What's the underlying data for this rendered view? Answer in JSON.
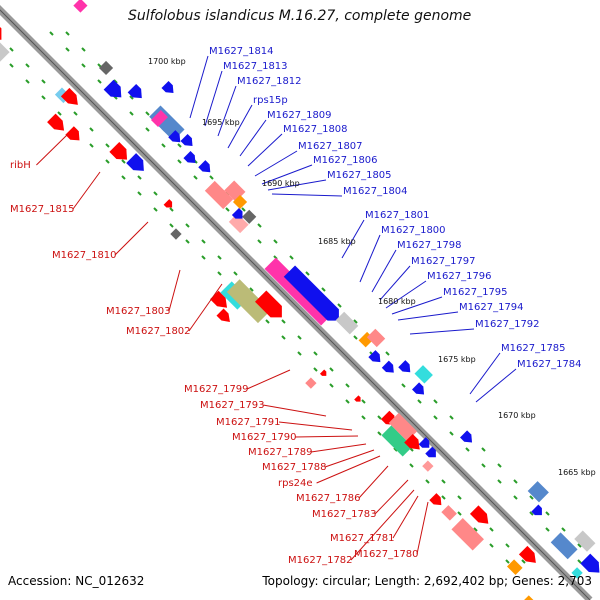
{
  "title": "Sulfolobus islandicus M.16.27, complete genome",
  "footer": {
    "accession": "Accession: NC_012632",
    "summary": "Topology: circular; Length: 2,692,402 bp; Genes: 2,703"
  },
  "scale_labels": [
    "1700 kbp",
    "1695 kbp",
    "1690 kbp",
    "1685 kbp",
    "1680 kbp",
    "1675 kbp",
    "1670 kbp",
    "1665 kbp"
  ],
  "forward_labels": [
    "M1627_1814",
    "M1627_1813",
    "M1627_1812",
    "rps15p",
    "M1627_1809",
    "M1627_1808",
    "M1627_1807",
    "M1627_1806",
    "M1627_1805",
    "M1627_1804",
    "M1627_1801",
    "M1627_1800",
    "M1627_1798",
    "M1627_1797",
    "M1627_1796",
    "M1627_1795",
    "M1627_1794",
    "M1627_1792",
    "M1627_1785",
    "M1627_1784"
  ],
  "reverse_labels": [
    "ribH",
    "M1627_1815",
    "M1627_1810",
    "M1627_1803",
    "M1627_1802",
    "M1627_1799",
    "M1627_1793",
    "M1627_1791",
    "M1627_1790",
    "M1627_1789",
    "M1627_1788",
    "rps24e",
    "M1627_1786",
    "M1627_1783",
    "M1627_1781",
    "M1627_1780",
    "M1627_1782"
  ],
  "colors": {
    "forward_label": "#1a1acc",
    "reverse_label": "#cc1111",
    "backbone": "#888888",
    "tick": "#2a9d2a"
  }
}
